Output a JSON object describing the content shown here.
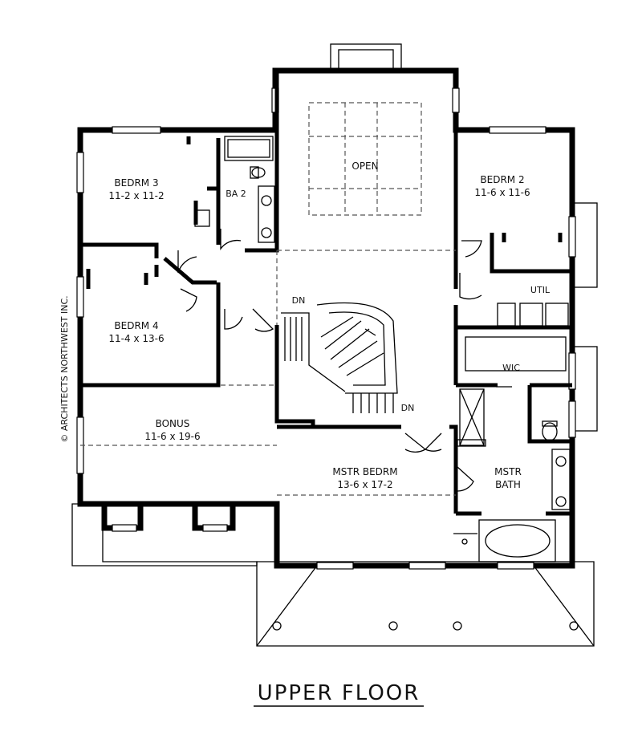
{
  "title": "UPPER FLOOR",
  "copyright": "© ARCHITECTS NORTHWEST INC.",
  "rooms": {
    "bedrm3": {
      "name": "BEDRM 3",
      "size": "11-2 x 11-2"
    },
    "bedrm2": {
      "name": "BEDRM 2",
      "size": "11-6 x 11-6"
    },
    "bedrm4": {
      "name": "BEDRM 4",
      "size": "11-4 x 13-6"
    },
    "bonus": {
      "name": "BONUS",
      "size": "11-6 x 19-6"
    },
    "mstr_bedrm": {
      "name": "MSTR BEDRM",
      "size": "13-6 x 17-2"
    },
    "mstr_bath": {
      "name_line1": "MSTR",
      "name_line2": "BATH"
    },
    "ba2": {
      "name": "BA 2"
    },
    "open": {
      "name": "OPEN"
    },
    "util": {
      "name": "UTIL"
    },
    "wic": {
      "name": "WIC"
    }
  },
  "stairs": {
    "dn_top": "DN",
    "dn_bottom": "DN"
  }
}
